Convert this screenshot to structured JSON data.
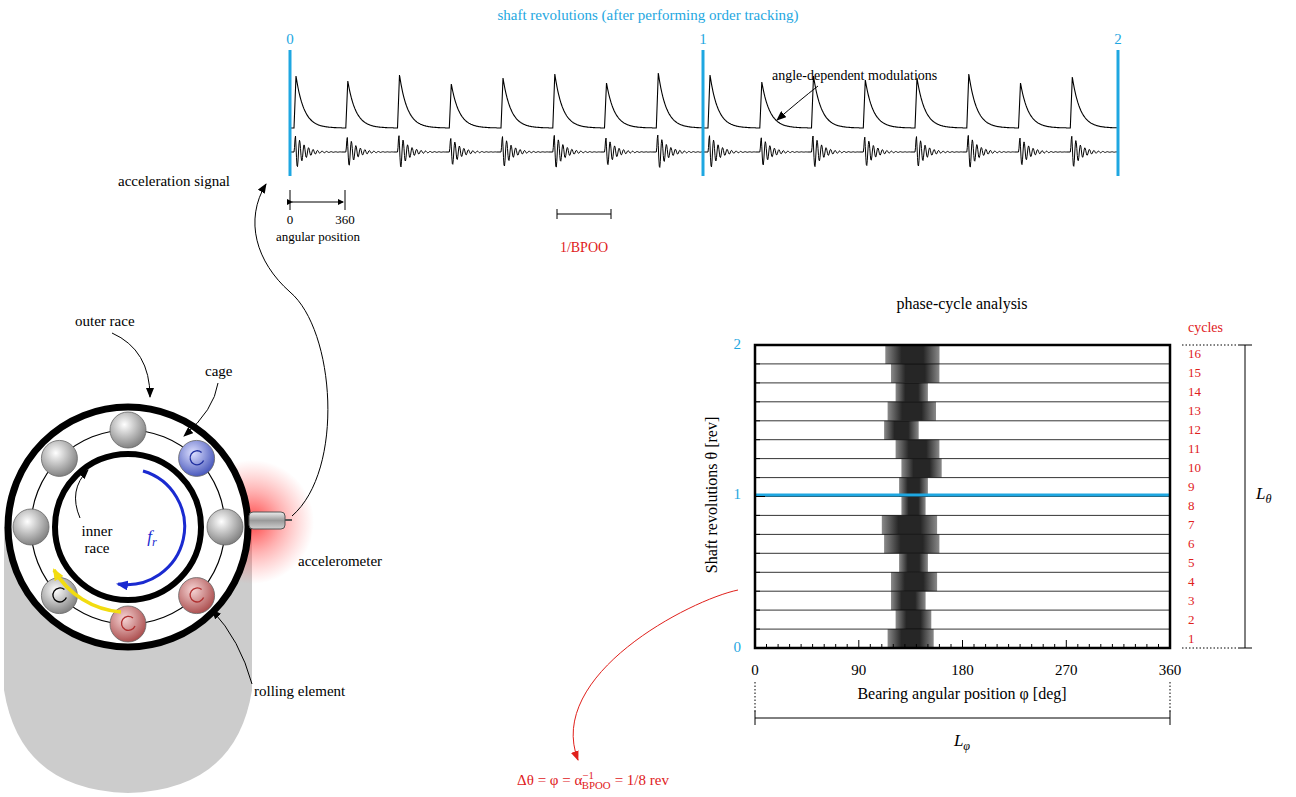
{
  "diagram": {
    "labels": [
      "shaft revolutions (after performing order tracking)",
      "0",
      "1",
      "2",
      "angle-dependent modulations",
      "acceleration signal",
      "0",
      "360",
      "angular position",
      "1/BPOO",
      "outer race",
      "cage",
      "inner race",
      "f",
      "r",
      "accelerometer",
      "rolling element",
      "phase-cycle analysis",
      "cycles",
      "16",
      "15",
      "14",
      "13",
      "12",
      "11",
      "10",
      "9",
      "8",
      "7",
      "6",
      "5",
      "4",
      "3",
      "2",
      "1",
      "2",
      "1",
      "0",
      "Shaft revolutions θ [rev]",
      "0",
      "90",
      "180",
      "270",
      "360",
      "Bearing angular position φ [deg]",
      "L",
      "θ",
      "L",
      "φ",
      "Δθ = φ = α",
      "−1",
      "BPOO",
      "= 1/8 rev"
    ]
  }
}
